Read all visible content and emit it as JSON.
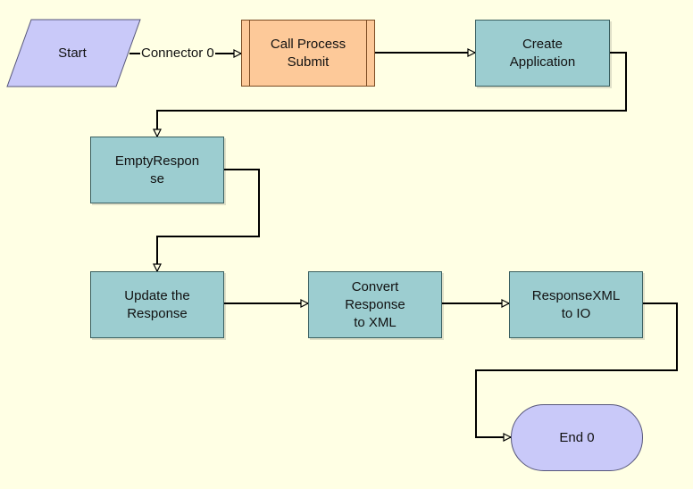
{
  "diagram": {
    "nodes": {
      "start": "Start",
      "call_process": "Call Process\nSubmit",
      "create_application": "Create\nApplication",
      "empty_response": "EmptyRespon\nse",
      "update_response": "Update the\nResponse",
      "convert_xml": "Convert\nResponse\nto XML",
      "response_xml_io": "ResponseXML\nto IO",
      "end": "End 0"
    },
    "connectors": {
      "connector_0": "Connector 0"
    },
    "colors": {
      "background": "#ffffe4",
      "step_fill": "#9ccdd0",
      "subprocess_fill": "#fdc999",
      "terminal_fill": "#c9c9f9",
      "line": "#000000"
    },
    "edges": [
      [
        "start",
        "call_process"
      ],
      [
        "call_process",
        "create_application"
      ],
      [
        "create_application",
        "empty_response"
      ],
      [
        "empty_response",
        "update_response"
      ],
      [
        "update_response",
        "convert_xml"
      ],
      [
        "convert_xml",
        "response_xml_io"
      ],
      [
        "response_xml_io",
        "end"
      ]
    ]
  }
}
